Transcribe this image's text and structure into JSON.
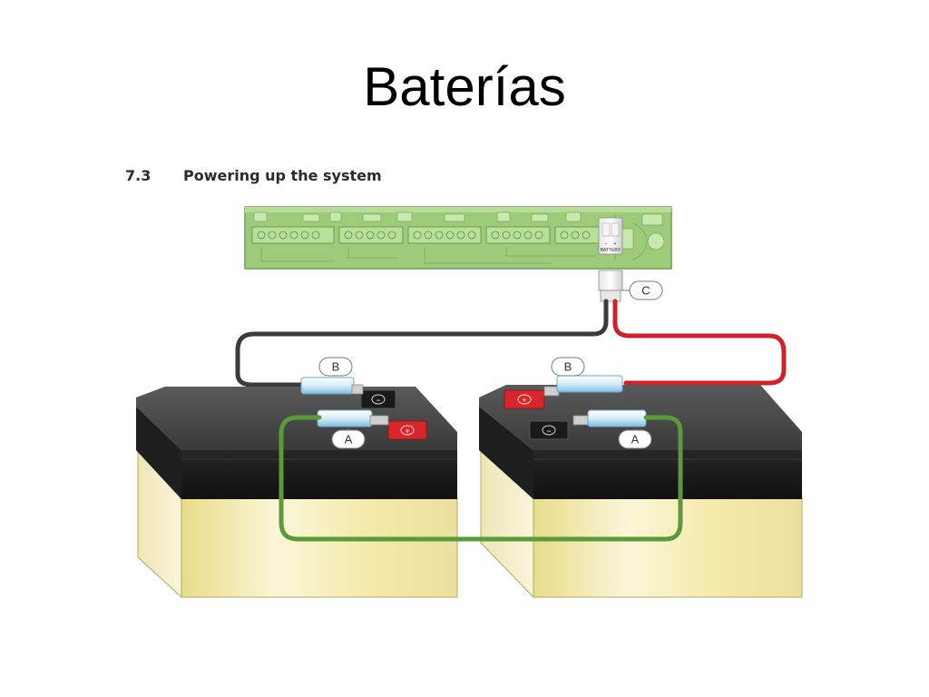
{
  "slide": {
    "title": "Baterías"
  },
  "section": {
    "number": "7.3",
    "heading": "Powering up the system"
  },
  "diagram": {
    "pcb_connector": {
      "minus_symbol": "−",
      "plus_symbol": "+",
      "label": "BATTERY"
    },
    "battery_terminals": {
      "minus_symbol": "−",
      "plus_symbol": "+"
    },
    "callouts": {
      "a": "A",
      "b": "B",
      "c": "C"
    },
    "colors": {
      "pcb_green": "#9ccc7a",
      "wire_black": "#3b3b3b",
      "wire_red": "#d0202a",
      "wire_green": "#5a9a3a",
      "battery_lid": "#2c2c2c",
      "battery_body": "#f6f0c0",
      "terminal_red": "#d9262c",
      "terminal_black": "#1a1a1a"
    }
  }
}
